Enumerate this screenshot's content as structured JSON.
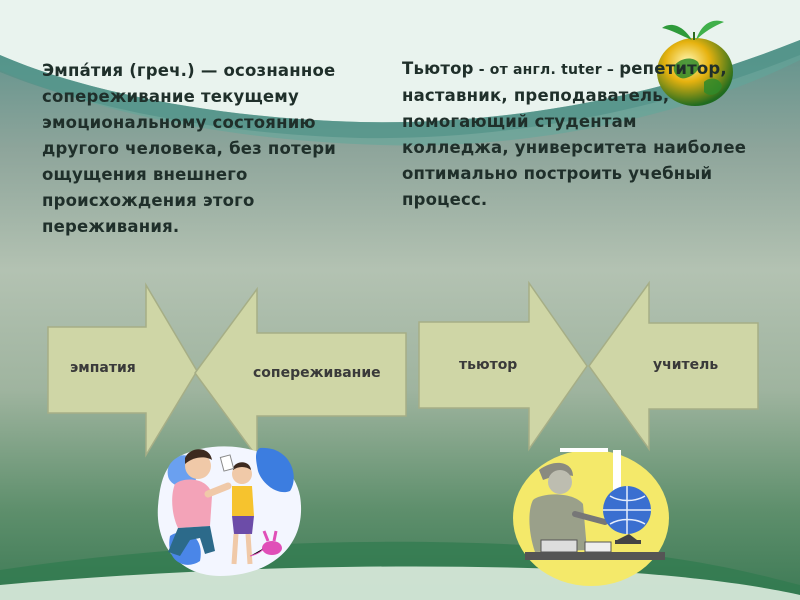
{
  "definitions": {
    "empathy": {
      "term": "Эмпа́тия",
      "rest": " (греч.) — осознанное сопереживание текущему эмоциональному состоянию другого человека, без потери ощущения внешнего происхождения этого переживания."
    },
    "tutor": {
      "term": "Тьютор",
      "origin": " - от англ. tuter – ",
      "rest": "репетитор, наставник, преподаватель,  помогающий студентам колледжа, университета наиболее оптимально построить учебный процесс."
    }
  },
  "arrows": {
    "left_pair": {
      "right_arrow_label": "эмпатия",
      "left_arrow_label": "сопереживание"
    },
    "right_pair": {
      "right_arrow_label": "тьютор",
      "left_arrow_label": "учитель"
    }
  },
  "colors": {
    "arrow_fill": "#cfd6a6",
    "arrow_stroke": "#9aa57a",
    "text": "#1f2f2a"
  },
  "icons": {
    "top_right": "globe-with-leaves-icon",
    "bottom_left": "adult-with-child-clipart",
    "bottom_right": "teacher-with-globe-clipart"
  }
}
